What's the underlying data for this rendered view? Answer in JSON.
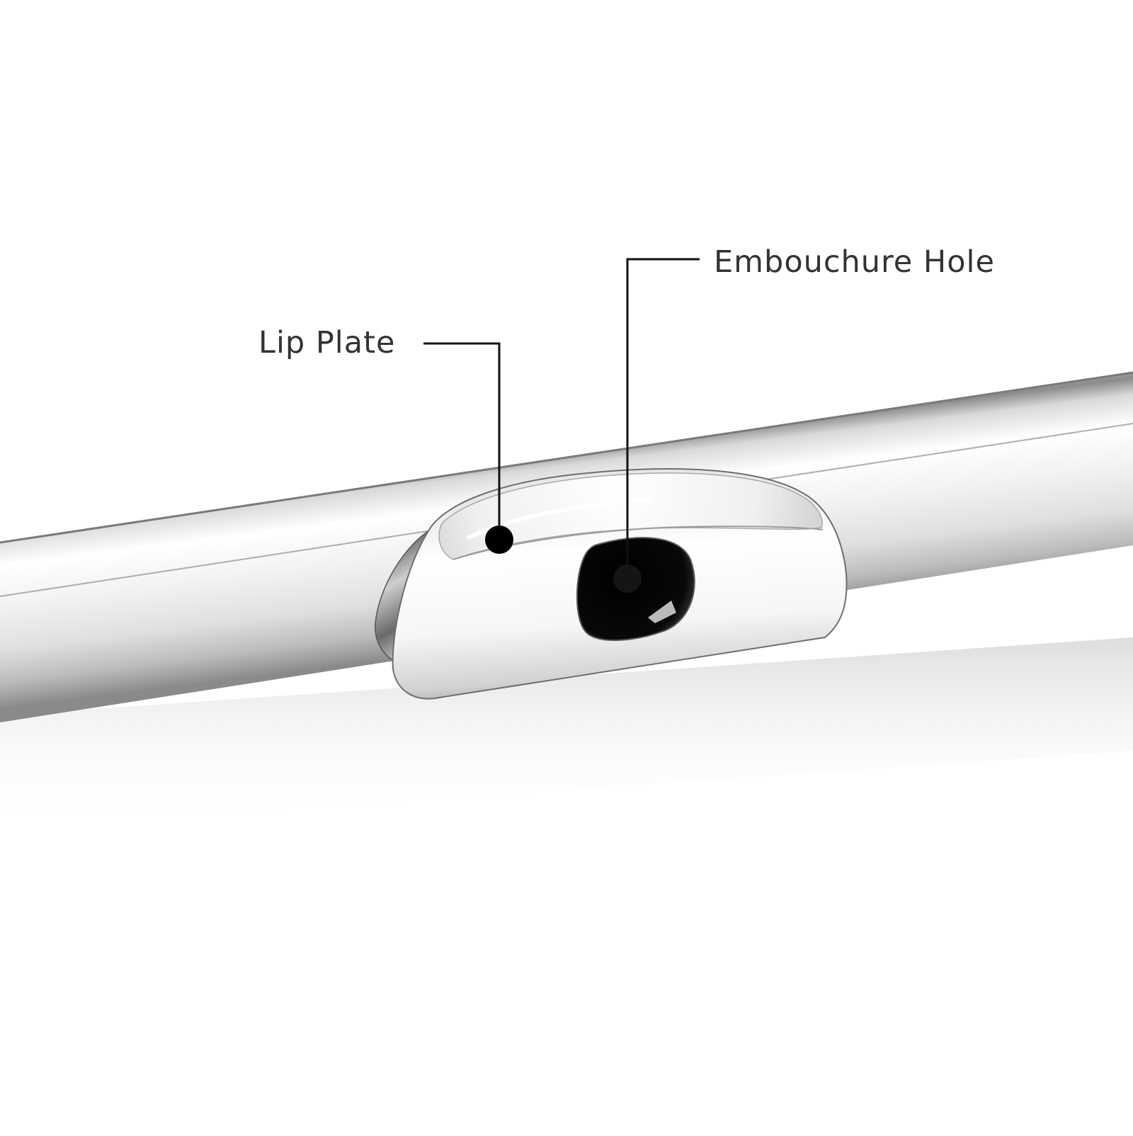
{
  "diagram": {
    "subject": "flute-headjoint",
    "callouts": [
      {
        "id": "lip-plate",
        "label": "Lip Plate"
      },
      {
        "id": "embouchure-hole",
        "label": "Embouchure Hole"
      }
    ],
    "colors": {
      "background": "#ffffff",
      "leader_line": "#111111",
      "label_text": "#333333",
      "marker_dot": "#000000",
      "hole_interior": "#050505"
    }
  }
}
